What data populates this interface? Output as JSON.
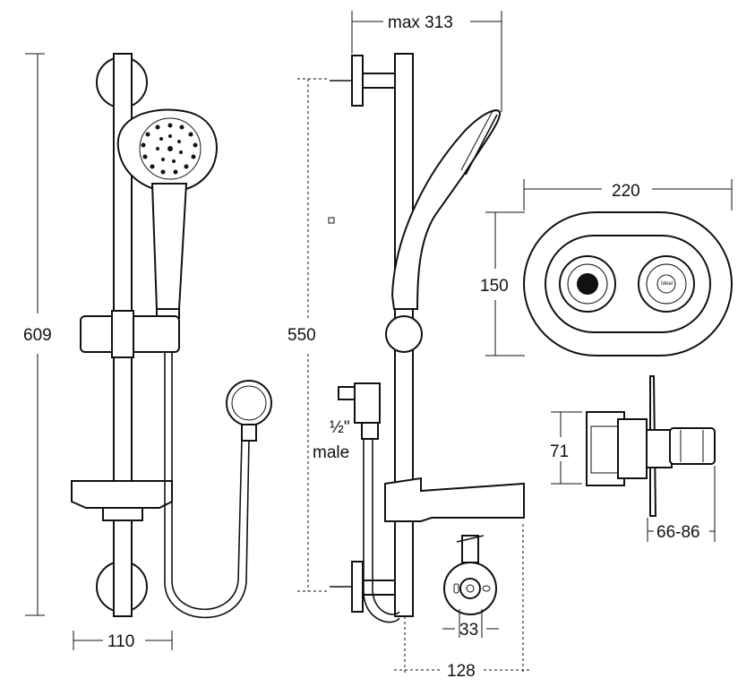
{
  "dimensions": {
    "max_313": "max 313",
    "d220": "220",
    "d150": "150",
    "d609": "609",
    "d550": "550",
    "d110": "110",
    "d71": "71",
    "d66_86": "66-86",
    "d33": "33",
    "d128": "128"
  },
  "inlet": {
    "size": "½\"",
    "type": "male"
  },
  "colors": {
    "line": "#111111",
    "background": "#ffffff"
  }
}
